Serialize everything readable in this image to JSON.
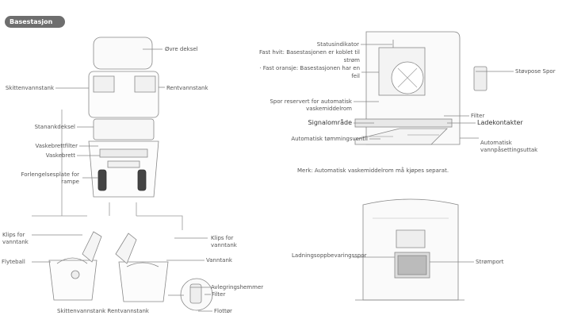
{
  "section_badge": "Basestasjon",
  "labels": {
    "top_cover": "Øvre deksel",
    "dirty_tank": "Skittenvannstank",
    "clean_tank": "Rentvannstank",
    "tank_cover": "Stanankdeksel",
    "wash_filter": "Vaskebrettfilter",
    "wash_tray": "Vaskebrett",
    "ramp": "Forlengelsesplate for rampe",
    "clip_left": "Klips for vanntank",
    "float": "Flyteball",
    "clip_right": "Klips for vanntank",
    "water_tank": "Vanntank",
    "drain_damper": "Avlegringshemmer",
    "filter_tank": "Filter",
    "float_lid": "Flottør",
    "tank_caption": "Skittenvannstank Rentvannstank",
    "status_indicator": "Statusindikator",
    "status_desc": "Fast hvit: Basestasjonen er koblet til strøm\n· Fast oransje: Basestasjonen har en feil",
    "detergent_slot": "Spor reservert for automatisk vaskemiddelrom",
    "signal_area": "Signalområde",
    "auto_drain_valve": "Automatisk tømmingsventil",
    "dust_bag": "Støvpose Spor",
    "filter_top": "Filter",
    "charging_contacts": "Ladekontakter",
    "auto_refill_outlet": "Automatisk vannpåsettingsuttak",
    "note": "Merk: Automatisk vaskemiddelrom må kjøpes separat.",
    "storage_slot": "Ladningsoppbevaringsspor",
    "power_port": "Strømport"
  }
}
